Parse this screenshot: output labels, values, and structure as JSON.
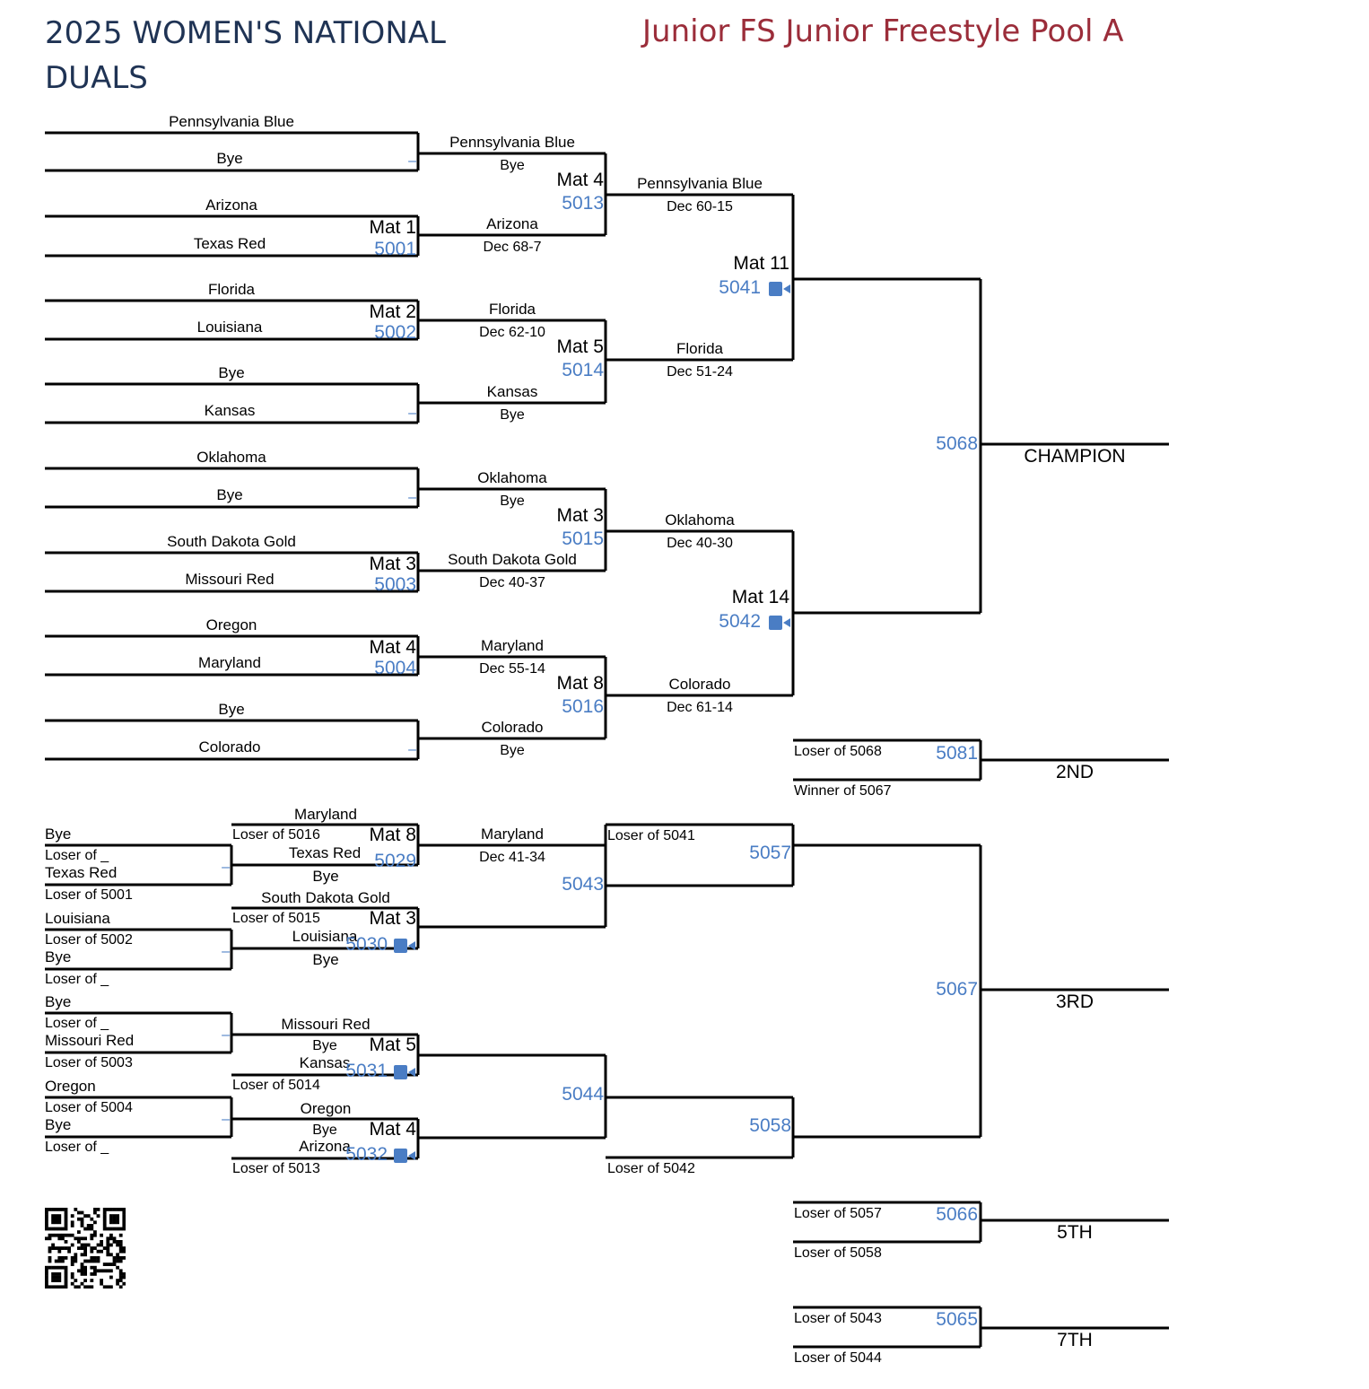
{
  "header": {
    "event_title": "2025 WOMEN'S NATIONAL DUALS",
    "bracket_title": "Junior FS Junior Freestyle Pool A"
  },
  "colors": {
    "title": "#1f3354",
    "bracket_title": "#9b2d3a",
    "bout_number": "#4a7dc4",
    "lines": "#000000"
  },
  "championship": {
    "round1": [
      {
        "top": "Pennsylvania Blue",
        "bottom": "Bye",
        "marker": "–"
      },
      {
        "top": "Arizona",
        "bottom": "Texas Red",
        "mat": "Mat 1",
        "bout": "5001"
      },
      {
        "top": "Florida",
        "bottom": "Louisiana",
        "mat": "Mat 2",
        "bout": "5002"
      },
      {
        "top": "Bye",
        "bottom": "Kansas",
        "marker": "–"
      },
      {
        "top": "Oklahoma",
        "bottom": "Bye",
        "marker": "–"
      },
      {
        "top": "South Dakota Gold",
        "bottom": "Missouri Red",
        "mat": "Mat 3",
        "bout": "5003"
      },
      {
        "top": "Oregon",
        "bottom": "Maryland",
        "mat": "Mat 4",
        "bout": "5004"
      },
      {
        "top": "Bye",
        "bottom": "Colorado",
        "marker": "–"
      }
    ],
    "round2": [
      {
        "winner": "Pennsylvania Blue",
        "result": "Bye"
      },
      {
        "winner": "Arizona",
        "result": "Dec 68-7"
      },
      {
        "winner": "Florida",
        "result": "Dec 62-10"
      },
      {
        "winner": "Kansas",
        "result": "Bye"
      },
      {
        "winner": "Oklahoma",
        "result": "Bye"
      },
      {
        "winner": "South Dakota Gold",
        "result": "Dec 40-37"
      },
      {
        "winner": "Maryland",
        "result": "Dec 55-14"
      },
      {
        "winner": "Colorado",
        "result": "Bye"
      }
    ],
    "round2_bouts": [
      {
        "mat": "Mat 4",
        "bout": "5013"
      },
      {
        "mat": "Mat 5",
        "bout": "5014"
      },
      {
        "mat": "Mat 3",
        "bout": "5015"
      },
      {
        "mat": "Mat 8",
        "bout": "5016"
      }
    ],
    "semis": [
      {
        "winner": "Pennsylvania Blue",
        "result": "Dec 60-15"
      },
      {
        "winner": "Florida",
        "result": "Dec 51-24"
      },
      {
        "winner": "Oklahoma",
        "result": "Dec 40-30"
      },
      {
        "winner": "Colorado",
        "result": "Dec 61-14"
      }
    ],
    "semi_bouts": [
      {
        "mat": "Mat 11",
        "bout": "5041"
      },
      {
        "mat": "Mat 14",
        "bout": "5042"
      }
    ],
    "final_bout": "5068",
    "champion_label": "CHAMPION"
  },
  "second_place": {
    "top": "Loser of 5068",
    "bottom": "Winner of 5067",
    "bout": "5081",
    "label": "2ND"
  },
  "consolation": {
    "round1": [
      {
        "top": "Bye",
        "top_src": "Loser of _",
        "bottom": "Texas Red",
        "bottom_src": "Loser of 5001",
        "marker": "–"
      },
      {
        "top": "Louisiana",
        "top_src": "Loser of 5002",
        "bottom": "Bye",
        "bottom_src": "Loser of _",
        "marker": "–"
      },
      {
        "top": "Bye",
        "top_src": "Loser of _",
        "bottom": "Missouri Red",
        "bottom_src": "Loser of 5003",
        "marker": "–"
      },
      {
        "top": "Oregon",
        "top_src": "Loser of 5004",
        "bottom": "Bye",
        "bottom_src": "Loser of _",
        "marker": "–"
      }
    ],
    "round2": [
      {
        "top": "Maryland",
        "top_src": "Loser of 5016",
        "bottom": "Texas Red",
        "bottom_result": "Bye",
        "mat": "Mat 8",
        "bout": "5029"
      },
      {
        "top": "South Dakota Gold",
        "top_src": "Loser of 5015",
        "bottom": "Louisiana",
        "bottom_result": "Bye",
        "mat": "Mat 3",
        "bout": "5030"
      },
      {
        "top": "Missouri Red",
        "top_result": "Bye",
        "bottom": "Kansas",
        "bottom_src": "Loser of 5014",
        "mat": "Mat 5",
        "bout": "5031"
      },
      {
        "top": "Oregon",
        "top_result": "Bye",
        "bottom": "Arizona",
        "bottom_src": "Loser of 5013",
        "mat": "Mat 4",
        "bout": "5032"
      }
    ],
    "round3": [
      {
        "winner": "Maryland",
        "result": "Dec 41-34",
        "bout": "5043"
      },
      {
        "bout": "5044"
      }
    ],
    "round4": [
      {
        "top": "Loser of 5041",
        "bout": "5057"
      },
      {
        "bottom": "Loser of 5042",
        "bout": "5058"
      }
    ],
    "third": {
      "bout": "5067",
      "label": "3RD"
    }
  },
  "fifth_place": {
    "top": "Loser of 5057",
    "bottom": "Loser of 5058",
    "bout": "5066",
    "label": "5TH"
  },
  "seventh_place": {
    "top": "Loser of 5043",
    "bottom": "Loser of 5044",
    "bout": "5065",
    "label": "7TH"
  },
  "qr_code": "qr-code"
}
